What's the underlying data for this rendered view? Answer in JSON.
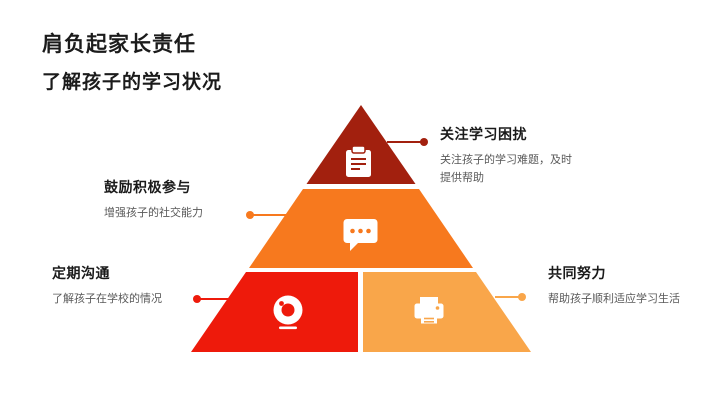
{
  "slide": {
    "title": "肩负起家长责任",
    "subtitle": "了解孩子的学习状况",
    "background": "#ffffff"
  },
  "colors": {
    "heading_text": "#1b1b1b",
    "body_text": "#595959",
    "level_top": "#A2200E",
    "level_middle": "#F7791E",
    "level_bottom_left": "#EE1A0B",
    "level_bottom_right": "#F9A64A",
    "icon_white": "#ffffff"
  },
  "labels": {
    "top_right": {
      "title": "关注学习困扰",
      "desc": "关注孩子的学习难题，及时提供帮助"
    },
    "middle_left": {
      "title": "鼓励积极参与",
      "desc": "增强孩子的社交能力"
    },
    "bottom_left": {
      "title": "定期沟通",
      "desc": "了解孩子在学校的情况"
    },
    "bottom_right": {
      "title": "共同努力",
      "desc": "帮助孩子顺利适应学习生活"
    }
  },
  "pyramid": {
    "levels": [
      {
        "name": "top",
        "icon": "clipboard-icon"
      },
      {
        "name": "middle",
        "icon": "chat-ellipsis-icon"
      },
      {
        "name": "bottom-left",
        "icon": "webcam-icon"
      },
      {
        "name": "bottom-right",
        "icon": "printer-icon"
      }
    ]
  }
}
